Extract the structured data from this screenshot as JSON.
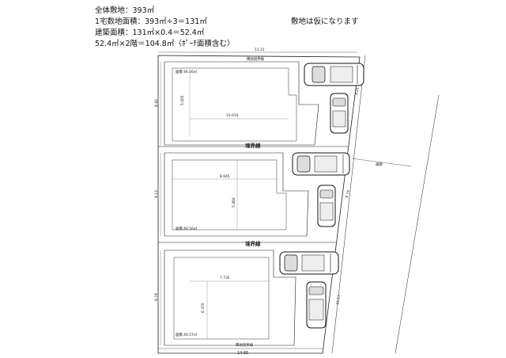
{
  "header": {
    "total_site": "全体敷地：393㎡",
    "per_lot_area": "1宅数地面積：393㎡÷3＝131㎡",
    "building_area": "建築面積：131㎡×0.4＝52.4㎡",
    "floor_area": "52.4㎡×2階＝104.8㎡（ﾎﾟｰﾁ面積含む）"
  },
  "disclaimer": "敷地は仮になります",
  "plan": {
    "top_width": "11.21",
    "bottom_width": "14.65",
    "lot1": {
      "width_dim": "10.010",
      "depth_dim": "5.005",
      "area_label": "面積 46.56㎡",
      "left_dim": "8.42"
    },
    "lot2": {
      "width_dim": "8.645",
      "depth_dim": "5.460",
      "area_label": "面積 46.56㎡",
      "left_dim": "9.13"
    },
    "lot3": {
      "width_dim": "7.735",
      "depth_dim": "6.370",
      "area_label": "面積 46.57㎡",
      "left_dim": "9.74"
    },
    "road_label": "通路",
    "divider_label_1": "境界線",
    "divider_label_2": "境界線",
    "right_dim_1": "8.21",
    "right_dim_2": "9.74",
    "right_dim_3": "10.17"
  }
}
